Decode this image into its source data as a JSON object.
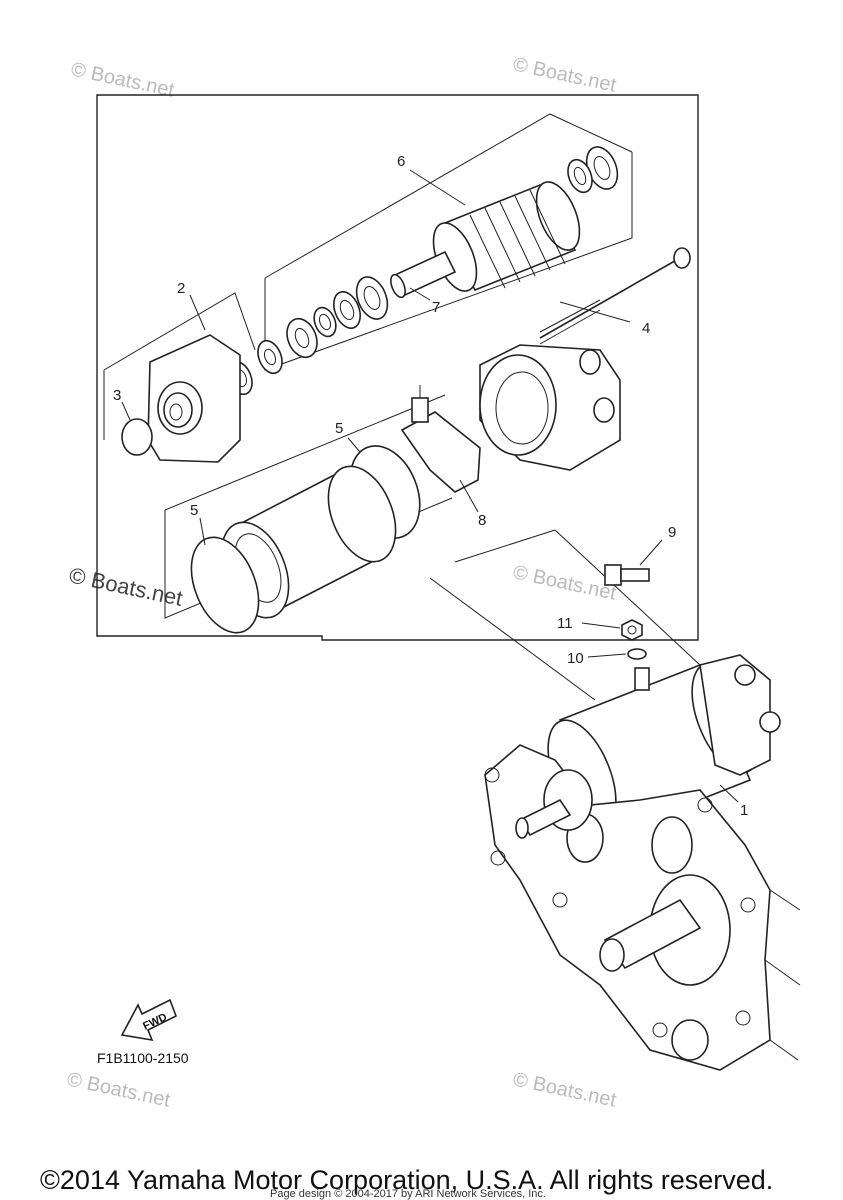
{
  "watermark": "© Boats.net",
  "callouts": {
    "c1": "1",
    "c2": "2",
    "c3": "3",
    "c4": "4",
    "c5a": "5",
    "c5b": "5",
    "c6": "6",
    "c7": "7",
    "c8": "8",
    "c9": "9",
    "c10": "10",
    "c11": "11"
  },
  "fwd_label": "FWD",
  "diagram_code": "F1B1100-2150",
  "copyright": "©2014 Yamaha Motor Corporation, U.S.A. All rights reserved.",
  "page_design": "Page design © 2004-2017 by ARI Network Services, Inc."
}
